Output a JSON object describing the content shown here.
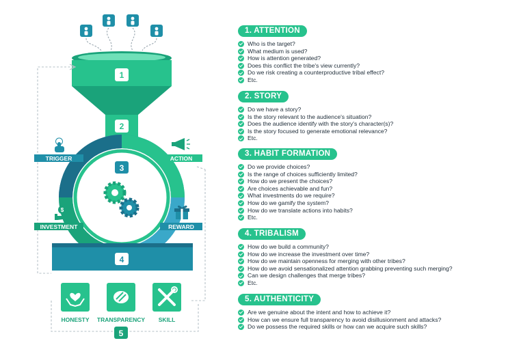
{
  "diagram": {
    "funnel_number": "1",
    "neck_number": "2",
    "circle_number": "3",
    "base_number": "4",
    "bottom_number": "5",
    "trigger_label": "TRIGGER",
    "action_label": "ACTION",
    "investment_label": "INVESTMENT",
    "reward_label": "REWARD",
    "honesty_label": "HONESTY",
    "transparency_label": "TRANSPARENCY",
    "skill_label": "SKILL",
    "colors": {
      "green": "#27c28d",
      "dark_green": "#1aa37a",
      "teal": "#1f8fa8",
      "dark_teal": "#1b6f8a",
      "light_blue": "#3aa8c9"
    }
  },
  "sections": [
    {
      "title": "1. ATTENTION",
      "items": [
        "Who is the target?",
        "What medium is used?",
        "How is attention generated?",
        "Does this conflict the tribe's view currently?",
        "Do we risk creating a counterproductive tribal effect?",
        "Etc."
      ]
    },
    {
      "title": "2. STORY",
      "items": [
        "Do we have a story?",
        "Is the story relevant to the audience's situation?",
        "Does the audience identify with the story's character(s)?",
        "Is the story focused to generate emotional relevance?",
        "Etc."
      ]
    },
    {
      "title": "3. HABIT FORMATION",
      "items": [
        "Do we provide choices?",
        "Is the range of choices sufficiently limited?",
        "How do we present the choices?",
        "Are choices achievable and fun?",
        "What investments do we require?",
        "How do we gamify the system?",
        "How do we translate actions into habits?",
        "Etc."
      ]
    },
    {
      "title": "4. TRIBALISM",
      "items": [
        "How do we build a community?",
        "How do we increase the investment over time?",
        "How do we maintain openness for merging with other tribes?",
        "How do we avoid sensationalized attention grabbing preventing such merging?",
        "Can we design challenges that merge tribes?",
        "Etc."
      ]
    },
    {
      "title": "5. AUTHENTICITY",
      "items": [
        "Are we genuine about the intent and how to achieve it?",
        "How can we ensure full transparency to avoid disillusionment and attacks?",
        "Do we possess the required skills or how can we acquire such skills?"
      ]
    }
  ]
}
